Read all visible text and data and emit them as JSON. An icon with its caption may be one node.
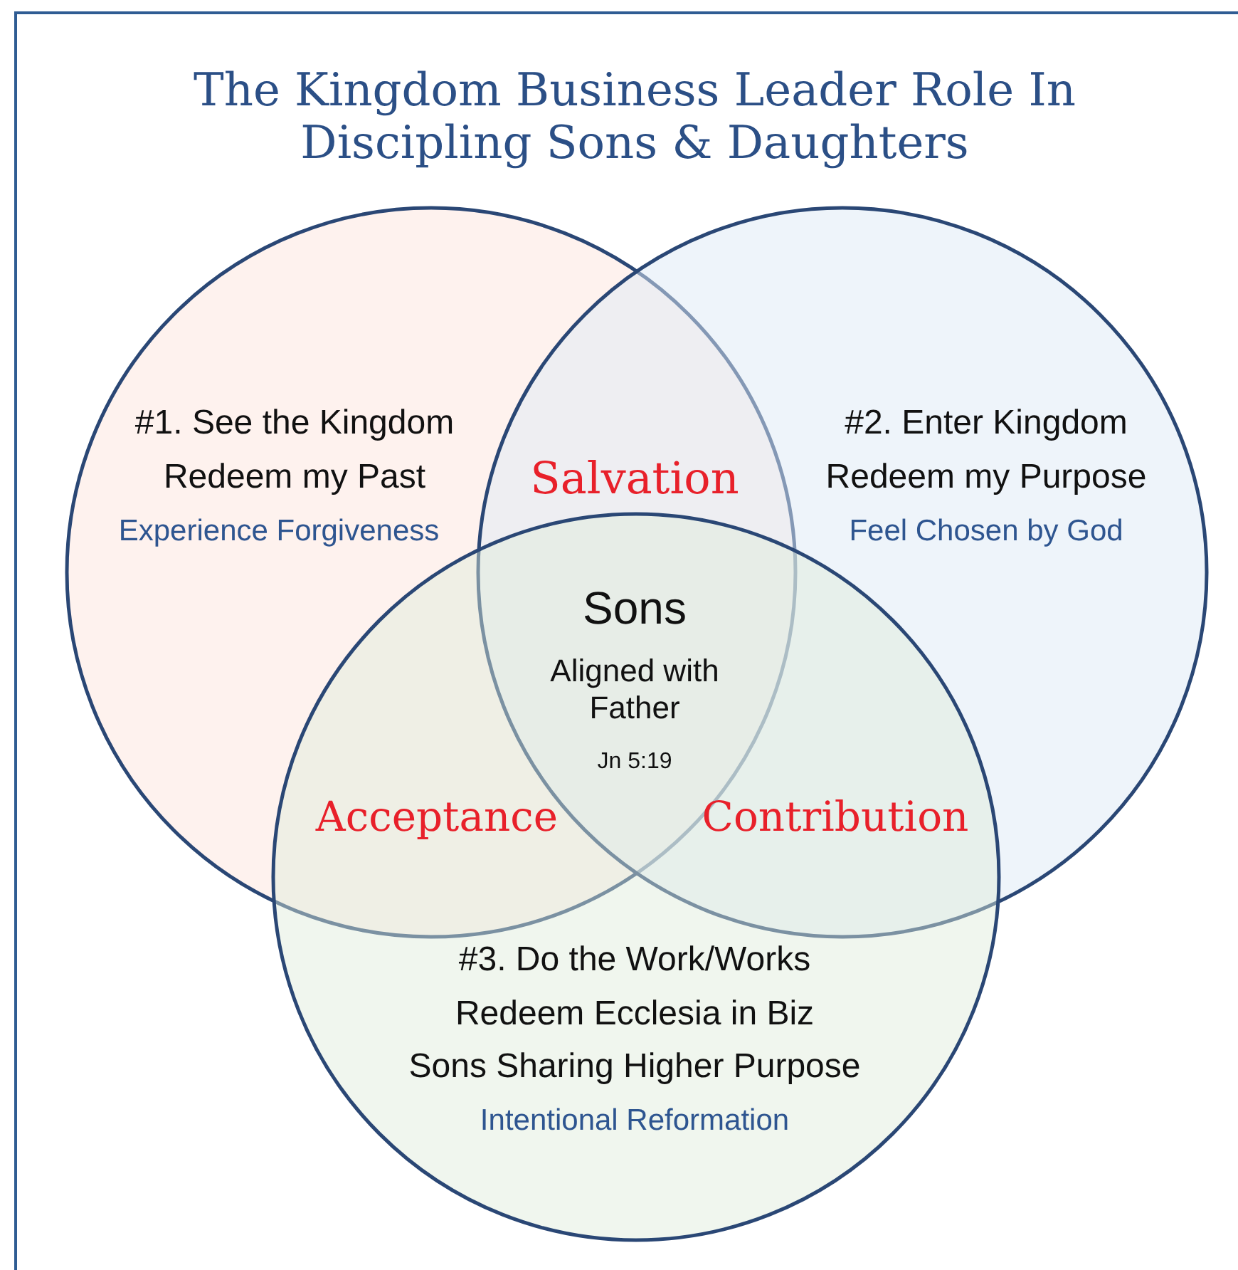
{
  "diagram": {
    "title": "The Kingdom Business Leader Role In Discipling Sons & Daughters",
    "nodes": [
      {
        "text": [
          "#1. See the Kingdom",
          "Redeem my Past",
          "Experience Forgiveness"
        ]
      },
      {
        "text": [
          "#2. Enter Kingdom",
          "Redeem my Purpose",
          "Feel Chosen by God"
        ]
      },
      {
        "text": [
          "#3. Do the Work/Works",
          "Redeem Ecclesia in Biz",
          "Sons Sharing Higher Purpose",
          "Intentional Reformation"
        ]
      }
    ],
    "labels": [
      "Salvation",
      "Sons",
      "Aligned with Father",
      "Jn 5:19",
      "Acceptance",
      "Contribution"
    ]
  }
}
